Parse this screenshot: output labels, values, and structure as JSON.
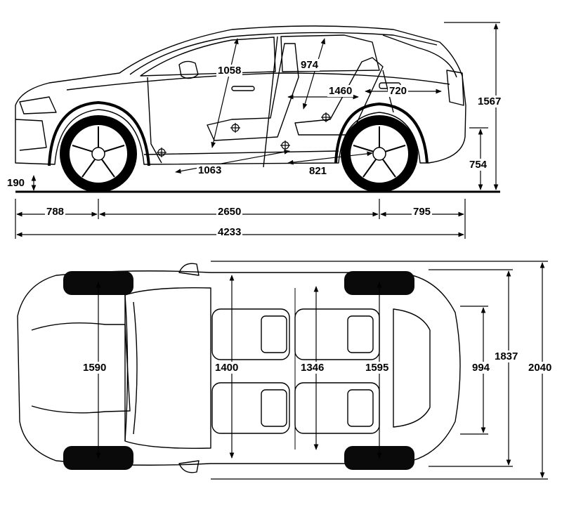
{
  "side_view": {
    "dims": {
      "ground_clearance": "190",
      "seat_height_front": "1058",
      "seat_height_rear": "974",
      "front_legroom_length": "1063",
      "rear_legroom_length": "821",
      "cabin_length_rear": "1460",
      "trunk_length": "720",
      "total_height": "1567",
      "loading_sill_height": "754",
      "front_overhang": "788",
      "wheelbase": "2650",
      "rear_overhang": "795",
      "total_length": "4233"
    }
  },
  "top_view": {
    "dims": {
      "front_track": "1590",
      "front_seat_width": "1400",
      "rear_seat_width": "1346",
      "rear_track": "1595",
      "trunk_width": "994",
      "body_width": "1837",
      "width_with_mirrors": "2040"
    }
  },
  "colors": {
    "line": "#000000",
    "background": "#ffffff",
    "tire": "#0a0a0a"
  }
}
